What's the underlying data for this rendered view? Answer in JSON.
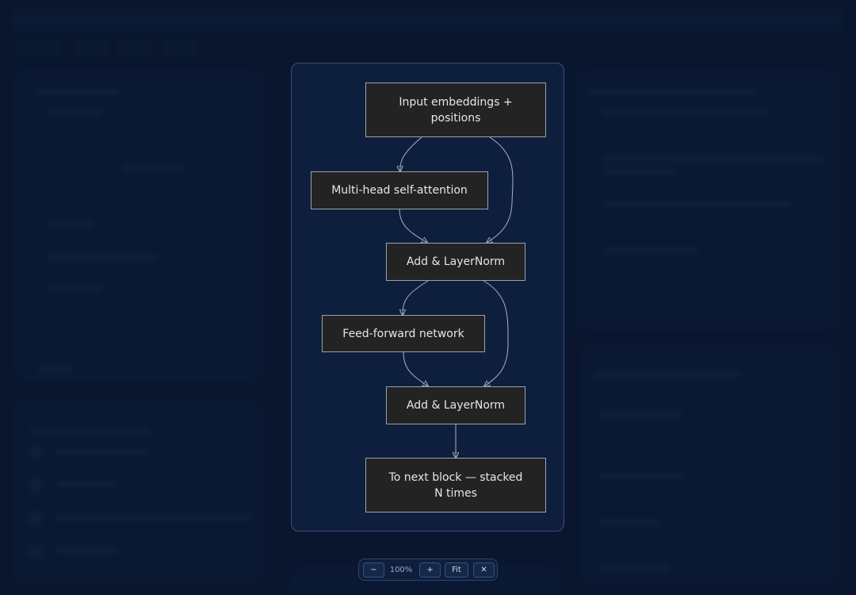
{
  "diagram": {
    "nodes": [
      {
        "id": "input",
        "label": "Input embeddings + positions"
      },
      {
        "id": "attn",
        "label": "Multi-head self-attention"
      },
      {
        "id": "addnorm1",
        "label": "Add & LayerNorm"
      },
      {
        "id": "ffn",
        "label": "Feed-forward network"
      },
      {
        "id": "addnorm2",
        "label": "Add & LayerNorm"
      },
      {
        "id": "next",
        "label": "To next block — stacked N times"
      }
    ],
    "edges": [
      {
        "from": "input",
        "to": "attn"
      },
      {
        "from": "input",
        "to": "addnorm1"
      },
      {
        "from": "attn",
        "to": "addnorm1"
      },
      {
        "from": "addnorm1",
        "to": "ffn"
      },
      {
        "from": "addnorm1",
        "to": "addnorm2"
      },
      {
        "from": "ffn",
        "to": "addnorm2"
      },
      {
        "from": "addnorm2",
        "to": "next"
      }
    ]
  },
  "toolbar": {
    "zoom_out_label": "−",
    "zoom_level": "100%",
    "zoom_in_label": "+",
    "fit_label": "Fit",
    "close_label": "✕"
  },
  "colors": {
    "background": "#0b1b38",
    "card": "#0e1f3d",
    "node_fill": "#232323",
    "node_border": "#9aa3ad",
    "edge": "#a9b2bf"
  }
}
